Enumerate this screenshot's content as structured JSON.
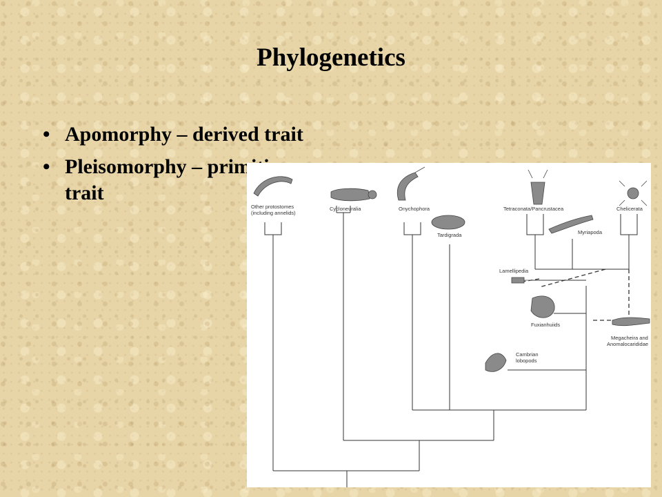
{
  "slide": {
    "title": "Phylogenetics"
  },
  "bullets": [
    {
      "marker": "•",
      "text": "Apomorphy – derived trait"
    },
    {
      "marker": "•",
      "text": "Pleisomorphy – primitive trait"
    }
  ],
  "tree": {
    "labels": {
      "other_protostomes": [
        "Other protostomes",
        "(including annelids)"
      ],
      "cycloneuralia": "Cycloneuralia",
      "onychophora": "Onychophora",
      "tardigrada": "Tardigrada",
      "tetraconata": "Tetraconata/Pancrustacea",
      "myriapoda": "Myriapoda",
      "chelicerata": "Chelicerata",
      "lamellipedia": "Lamellipedia",
      "fuxianhuiids": "Fuxianhuiids",
      "cambrian_lobopods": [
        "Cambrian",
        "lobopods"
      ],
      "megacheira": [
        "Megacheira and",
        "Anomalocarididae"
      ]
    },
    "colors": {
      "branch": "#333333",
      "organism": "#7a7a7a"
    }
  }
}
